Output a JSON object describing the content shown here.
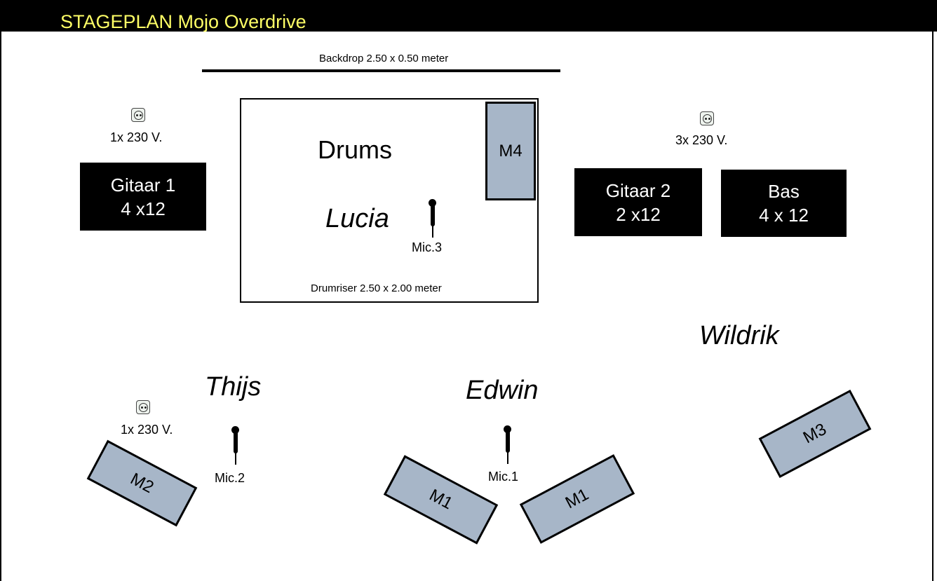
{
  "header": {
    "title": "STAGEPLAN Mojo Overdrive",
    "title_color": "#ffff66",
    "background": "#000000"
  },
  "backdrop": {
    "label": "Backdrop 2.50 x 0.50 meter"
  },
  "drumriser": {
    "label": "Drumriser 2.50 x 2.00 meter",
    "title": "Drums",
    "player": "Lucia"
  },
  "power": [
    {
      "label": "1x 230 V.",
      "icon": "power-socket-icon"
    },
    {
      "label": "3x 230 V.",
      "icon": "power-socket-icon"
    },
    {
      "label": "1x 230 V.",
      "icon": "power-socket-icon"
    }
  ],
  "amps": {
    "gitaar1": {
      "line1": "Gitaar 1",
      "line2": "4 x12"
    },
    "gitaar2": {
      "line1": "Gitaar 2",
      "line2": "2 x12"
    },
    "bas": {
      "line1": "Bas",
      "line2": "4 x 12"
    }
  },
  "monitors": {
    "m4": "M4",
    "m2": "M2",
    "m1_left": "M1",
    "m1_right": "M1",
    "m3": "M3",
    "color": "#a7b6c8"
  },
  "mics": {
    "mic1": "Mic.1",
    "mic2": "Mic.2",
    "mic3": "Mic.3",
    "icon": "microphone-icon"
  },
  "players": {
    "thijs": "Thijs",
    "edwin": "Edwin",
    "wildrik": "Wildrik"
  }
}
